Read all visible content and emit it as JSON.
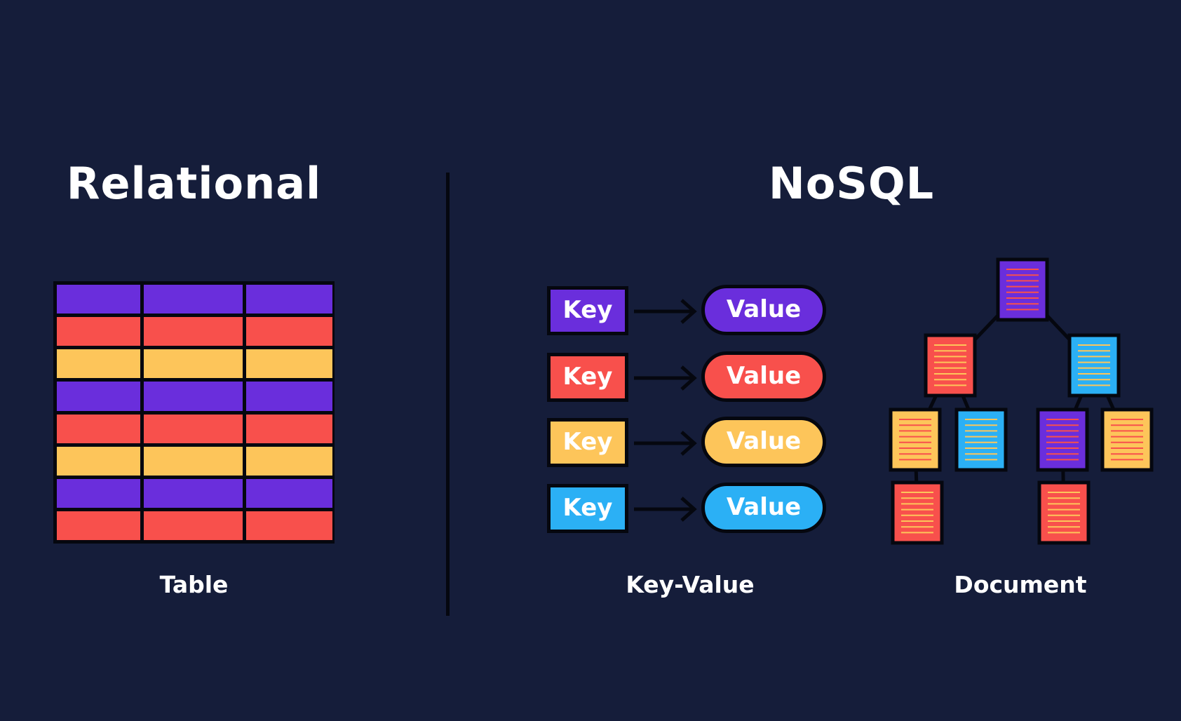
{
  "relational": {
    "title": "Relational",
    "caption": "Table",
    "row_colors": [
      "#6a2edc",
      "#f8504c",
      "#fdc55a",
      "#6a2edc",
      "#f8504c",
      "#fdc55a",
      "#6a2edc",
      "#f8504c"
    ]
  },
  "nosql": {
    "title": "NoSQL",
    "key_value": {
      "caption": "Key-Value",
      "pairs": [
        {
          "key": "Key",
          "value": "Value",
          "color": "#6a2edc"
        },
        {
          "key": "Key",
          "value": "Value",
          "color": "#f8504c"
        },
        {
          "key": "Key",
          "value": "Value",
          "color": "#fdc55a"
        },
        {
          "key": "Key",
          "value": "Value",
          "color": "#2bb0f5"
        }
      ]
    },
    "document": {
      "caption": "Document",
      "documents": [
        {
          "id": "root",
          "color": "#6a2edc",
          "line_color": "#f8504c"
        },
        {
          "id": "left",
          "color": "#f8504c",
          "line_color": "#fdc55a"
        },
        {
          "id": "right",
          "color": "#2bb0f5",
          "line_color": "#fdc55a"
        },
        {
          "id": "left-a",
          "color": "#fdc55a",
          "line_color": "#f8504c"
        },
        {
          "id": "left-b",
          "color": "#2bb0f5",
          "line_color": "#fdc55a"
        },
        {
          "id": "right-a",
          "color": "#6a2edc",
          "line_color": "#f8504c"
        },
        {
          "id": "right-b",
          "color": "#fdc55a",
          "line_color": "#f8504c"
        },
        {
          "id": "left-a-child",
          "color": "#f8504c",
          "line_color": "#fdc55a"
        },
        {
          "id": "right-a-child",
          "color": "#f8504c",
          "line_color": "#fdc55a"
        }
      ],
      "links": [
        [
          "root",
          "left"
        ],
        [
          "root",
          "right"
        ],
        [
          "left",
          "left-a"
        ],
        [
          "left",
          "left-b"
        ],
        [
          "right",
          "right-a"
        ],
        [
          "right",
          "right-b"
        ],
        [
          "left-a",
          "left-a-child"
        ],
        [
          "right-a",
          "right-a-child"
        ]
      ]
    }
  }
}
